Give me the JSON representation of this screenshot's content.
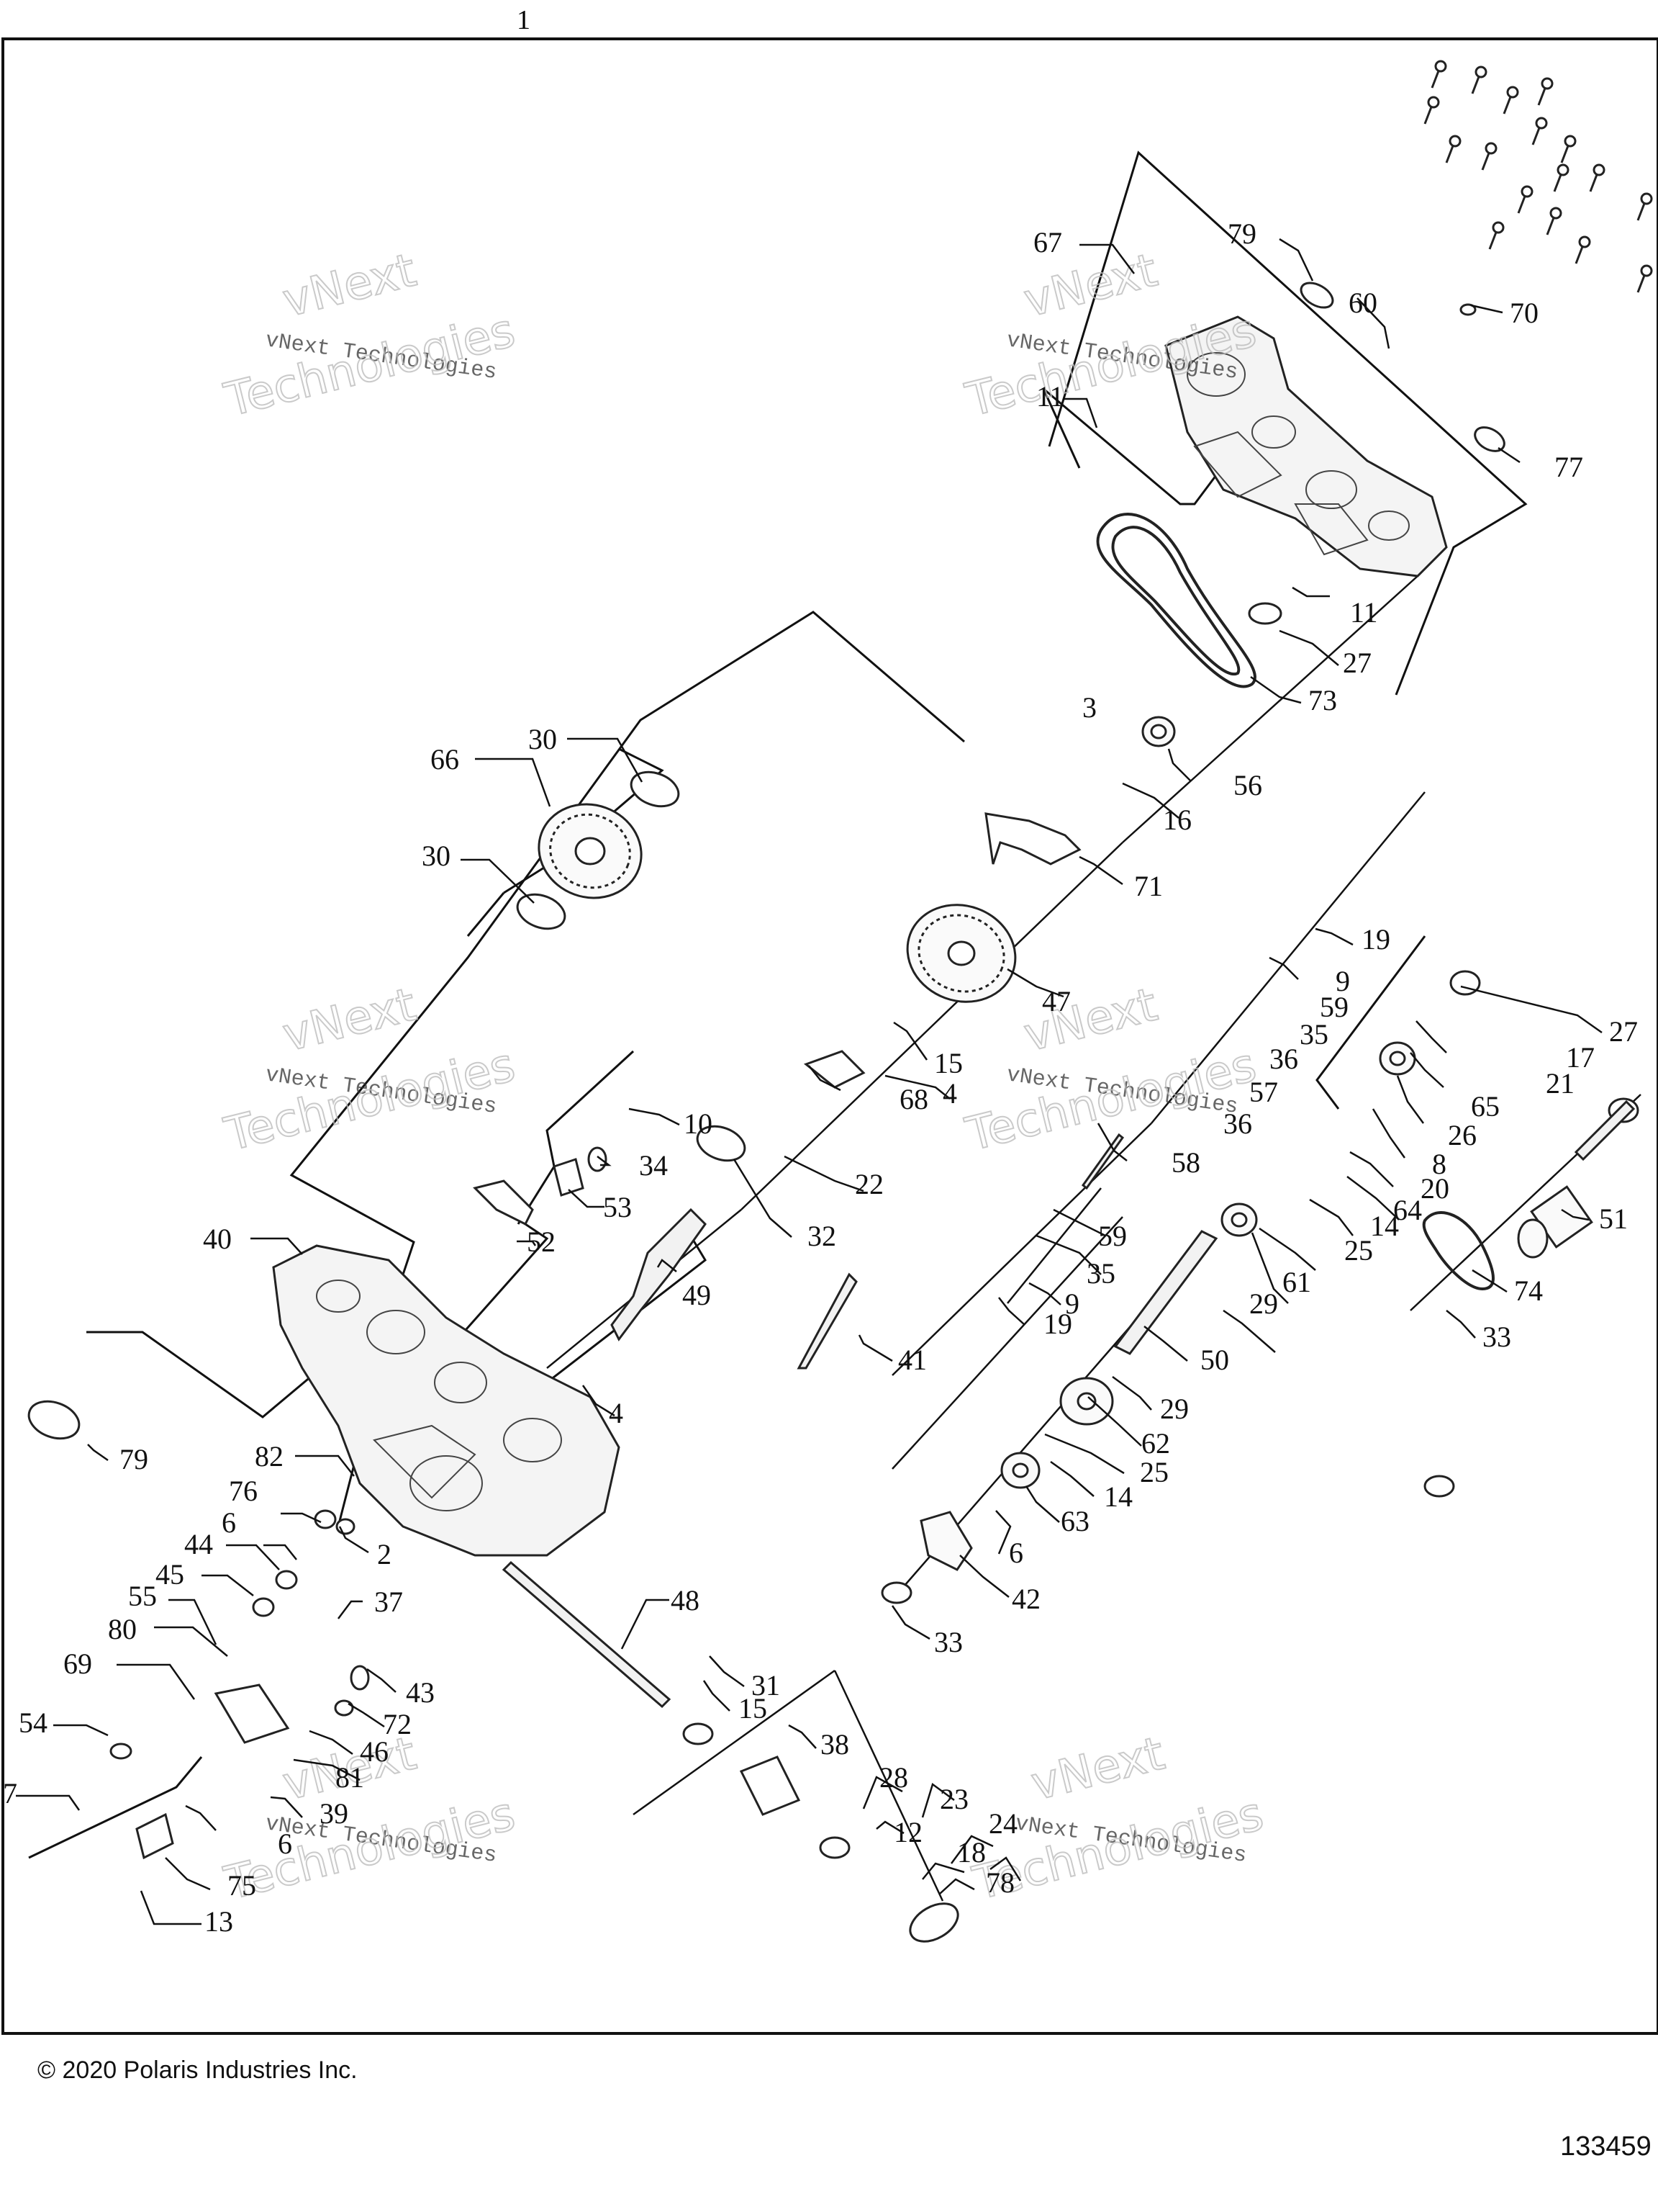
{
  "sheet_number": "1",
  "footer": {
    "copyright": "© 2020 Polaris Industries Inc.",
    "drawing_number": "133459"
  },
  "watermark": {
    "line1": "vNext Technologies",
    "line2": "Technologies",
    "line3": "vNext"
  },
  "callouts": {
    "c67": "67",
    "c79a": "79",
    "c60": "60",
    "c70": "70",
    "c11a": "11",
    "c77": "77",
    "c11b": "11",
    "c27a": "27",
    "c73": "73",
    "c3": "3",
    "c56": "56",
    "c16": "16",
    "c71": "71",
    "c30a": "30",
    "c66": "66",
    "c30b": "30",
    "c19a": "19",
    "c9a": "9",
    "c59a": "59",
    "c35a": "35",
    "c36a": "36",
    "c57": "57",
    "c36b": "36",
    "c47": "47",
    "c15a": "15",
    "c4a": "4",
    "c68": "68",
    "c22": "22",
    "c32": "32",
    "c58": "58",
    "c27b": "27",
    "c17": "17",
    "c21": "21",
    "c65": "65",
    "c26": "26",
    "c8": "8",
    "c20": "20",
    "c64": "64",
    "c14a": "14",
    "c25a": "25",
    "c61": "61",
    "c29a": "29",
    "c51": "51",
    "c74": "74",
    "c33a": "33",
    "c10": "10",
    "c34": "34",
    "c53": "53",
    "c52": "52",
    "c40": "40",
    "c49": "49",
    "c59b": "59",
    "c35b": "35",
    "c9b": "9",
    "c19b": "19",
    "c41": "41",
    "c50": "50",
    "c29b": "29",
    "c4b": "4",
    "c79b": "79",
    "c62": "62",
    "c25b": "25",
    "c14b": "14",
    "c63": "63",
    "c6a": "6",
    "c42": "42",
    "c33b": "33",
    "c82": "82",
    "c76": "76",
    "c6b": "6",
    "c2": "2",
    "c44": "44",
    "c45": "45",
    "c55": "55",
    "c37": "37",
    "c48": "48",
    "c80": "80",
    "c43": "43",
    "c69": "69",
    "c72": "72",
    "c46": "46",
    "c31": "31",
    "c15b": "15",
    "c38": "38",
    "c54": "54",
    "c81": "81",
    "c39": "39",
    "c6c": "6",
    "c7": "7",
    "c75": "75",
    "c13": "13",
    "c28": "28",
    "c23": "23",
    "c12": "12",
    "c24": "24",
    "c18": "18",
    "c78": "78"
  }
}
